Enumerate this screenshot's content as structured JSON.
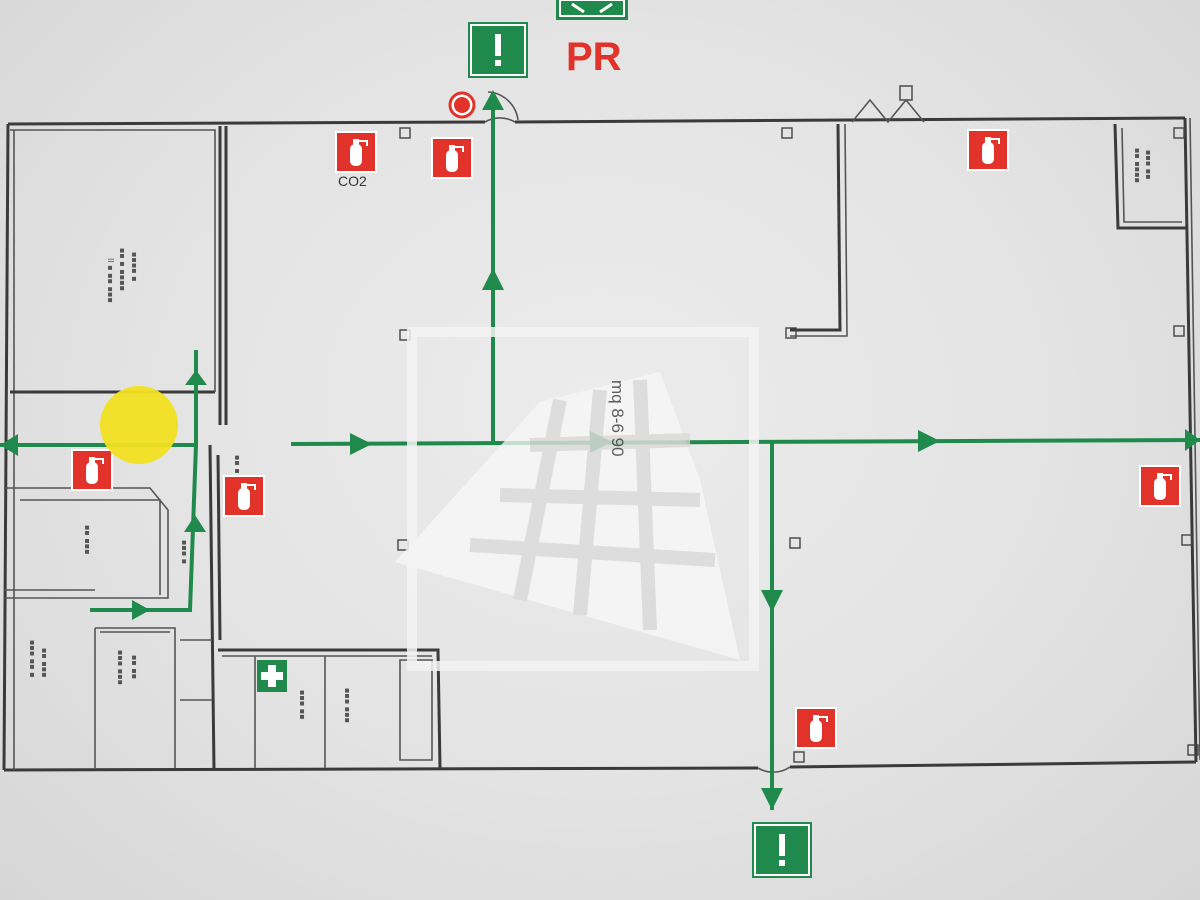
{
  "labels": {
    "assembly_point": "PR",
    "co2": "CO2",
    "watermark_text": "mq 8-6 90"
  },
  "icons": [
    "emergency-exit-icon",
    "fire-extinguisher-icon",
    "first-aid-icon",
    "alarm-button-icon",
    "assembly-point-icon"
  ],
  "colors": {
    "route": "#1f8a4c",
    "extinguisher": "#e1332a",
    "alarm": "#e1332a",
    "you_are_here": "#f2e020",
    "walls": "#3a3a3a"
  }
}
